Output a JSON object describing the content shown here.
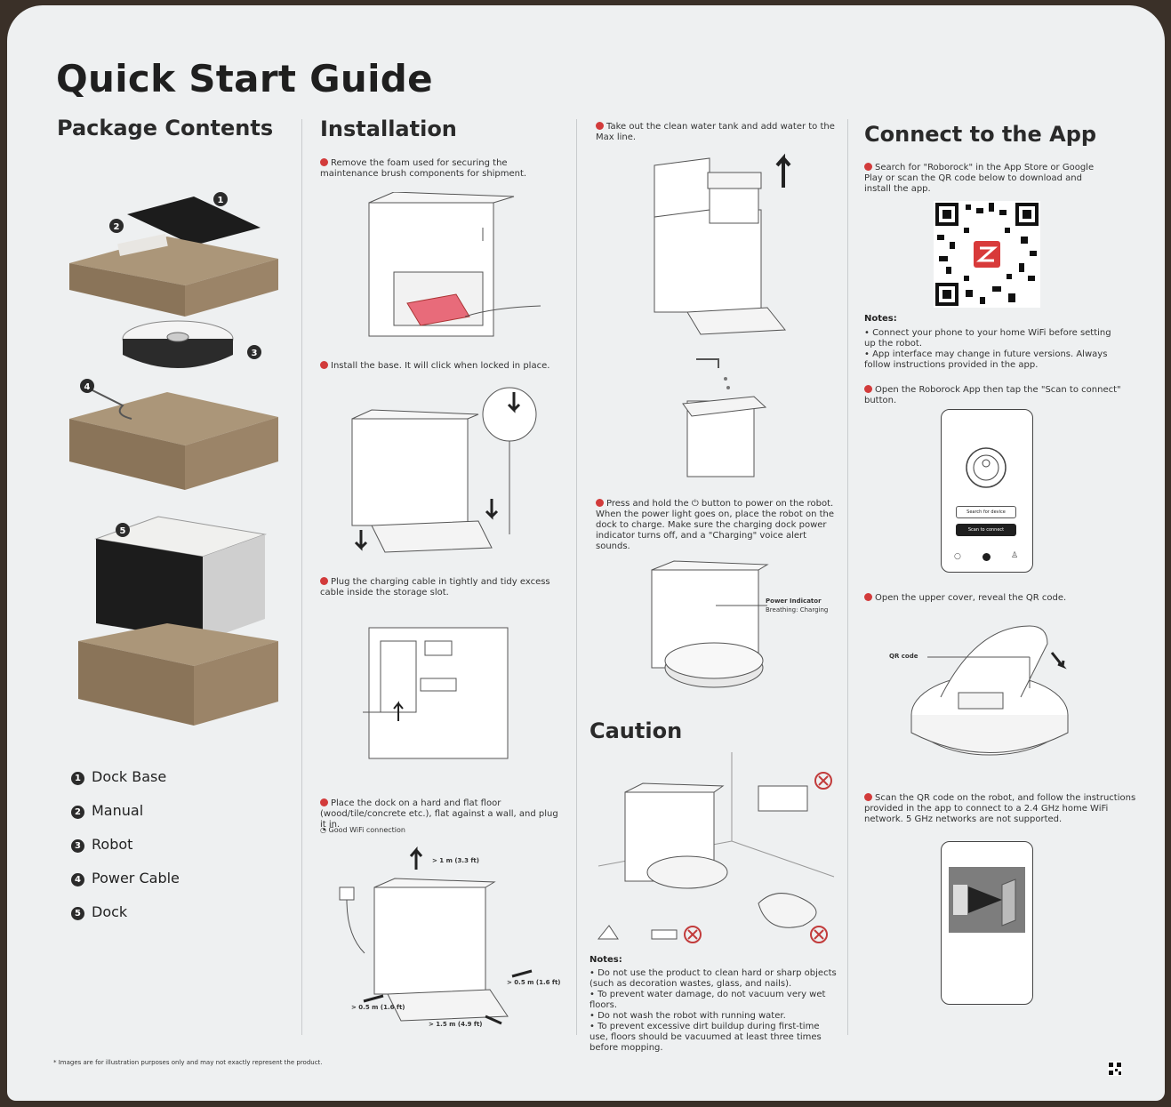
{
  "title": "Quick Start Guide",
  "package": {
    "heading": "Package Contents",
    "items": [
      {
        "num": "1",
        "label": "Dock Base"
      },
      {
        "num": "2",
        "label": "Manual"
      },
      {
        "num": "3",
        "label": "Robot"
      },
      {
        "num": "4",
        "label": "Power Cable"
      },
      {
        "num": "5",
        "label": "Dock"
      }
    ]
  },
  "installation": {
    "heading": "Installation",
    "step1": "Remove the foam used for securing the maintenance brush components for shipment.",
    "step2": "Install the base. It will click when locked in place.",
    "step3": "Plug the charging cable in tightly and tidy excess cable inside the storage slot.",
    "step4": "Place the dock on a hard and flat floor (wood/tile/concrete etc.), flat against a wall, and plug it in.",
    "wifi": "Good WiFi connection",
    "dist_top": "> 1 m (3.3 ft)",
    "dist_right": "> 0.5 m (1.6 ft)",
    "dist_left": "> 0.5 m (1.6 ft)",
    "dist_front": "> 1.5 m (4.9 ft)"
  },
  "column3": {
    "step_tank": "Take out the clean water tank and add water to the Max line.",
    "step_power": "Press and hold the ⏻ button to power on the robot. When the power light goes on, place the robot on the dock to charge. Make sure the charging dock power indicator turns off, and a \"Charging\" voice alert sounds.",
    "power_indicator": "Power Indicator",
    "breathing": "Breathing: Charging",
    "caution_heading": "Caution",
    "notes_title": "Notes:",
    "notes": [
      "Do not use the product to clean hard or sharp objects (such as decoration wastes, glass, and nails).",
      "To prevent water damage, do not vacuum very wet floors.",
      "Do not wash the robot with running water.",
      "To prevent excessive dirt buildup during first-time use, floors should be vacuumed at least three times before mopping."
    ]
  },
  "app": {
    "heading": "Connect to the App",
    "step_search": "Search for \"Roborock\" in the App Store or Google Play or scan the QR code below to download and install the app.",
    "notes_title": "Notes:",
    "notes": [
      "Connect your phone to your home WiFi before setting up the robot.",
      "App interface may change in future versions. Always follow instructions provided in the app."
    ],
    "step_open": "Open the Roborock App then tap the \"Scan to connect\" button.",
    "phone_btn1": "Search for device",
    "phone_btn2": "Scan to connect",
    "step_cover": "Open the upper cover, reveal the QR code.",
    "qr_label": "QR code",
    "step_scan": "Scan the QR code on the robot, and follow the instructions provided in the app to connect to a 2.4 GHz home WiFi network. 5 GHz networks are not supported."
  },
  "footnote": "* Images are for illustration purposes only and may not exactly represent the product.",
  "colors": {
    "accent": "#d23b3b",
    "box": "#9b8468",
    "dark": "#1f1f1f"
  }
}
